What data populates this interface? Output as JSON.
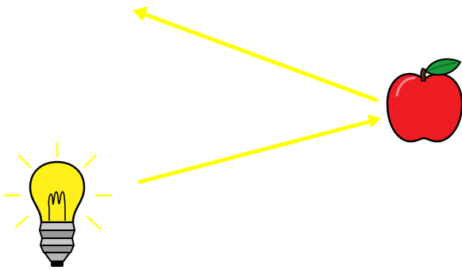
{
  "diagram": {
    "objects": [
      {
        "id": "light-bulb",
        "icon": "light-bulb-icon",
        "state": "lit"
      },
      {
        "id": "apple",
        "icon": "apple-icon",
        "color": "red"
      }
    ],
    "arrows": [
      {
        "id": "incident-ray",
        "from": "light-bulb",
        "to": "apple"
      },
      {
        "id": "reflected-ray",
        "from": "apple",
        "to": "off-frame-top-left"
      }
    ]
  },
  "colors": {
    "ray": "#ffff00",
    "bulb_glass": "#ffef1a",
    "bulb_base": "#b4b4b4",
    "apple_body": "#ee1c23",
    "apple_leaf": "#1a9a3a",
    "apple_stem": "#5a2a12",
    "outline": "#000000"
  }
}
